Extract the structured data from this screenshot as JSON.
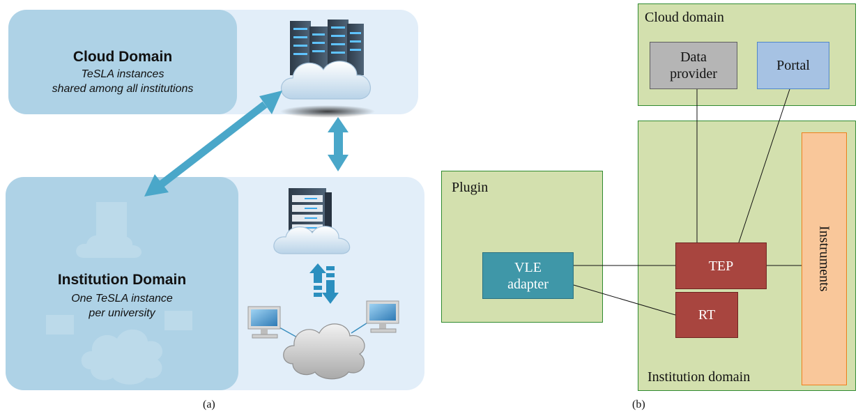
{
  "panel_a": {
    "cloud_domain": {
      "title": "Cloud Domain",
      "subtitle_line1": "TeSLA instances",
      "subtitle_line2": "shared among all institutions"
    },
    "institution_domain": {
      "title": "Institution Domain",
      "subtitle_line1": "One TeSLA instance",
      "subtitle_line2": "per university"
    },
    "caption": "(a)"
  },
  "panel_b": {
    "cloud_domain_label": "Cloud domain",
    "data_provider_line1": "Data",
    "data_provider_line2": "provider",
    "portal": "Portal",
    "plugin_label": "Plugin",
    "vle_adapter_line1": "VLE",
    "vle_adapter_line2": "adapter",
    "tep": "TEP",
    "rt": "RT",
    "instruments": "Instruments",
    "institution_domain_label": "Institution domain",
    "caption": "(b)"
  }
}
